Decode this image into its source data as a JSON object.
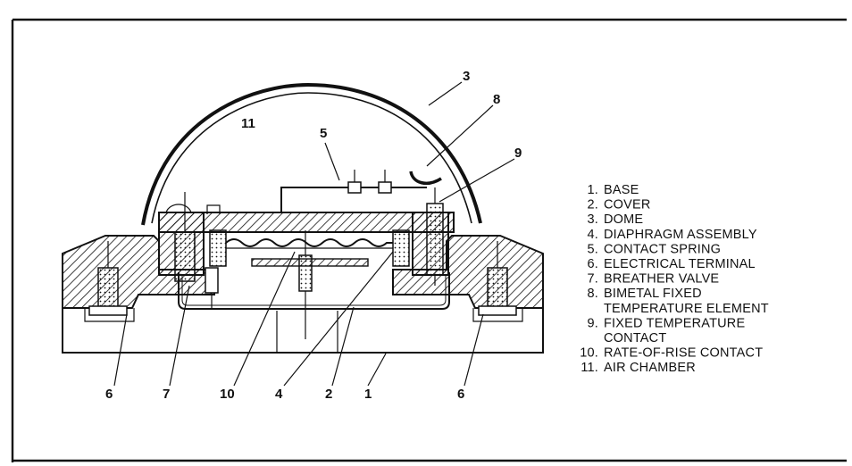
{
  "diagram": {
    "callouts": {
      "base": "1",
      "cover": "2",
      "dome": "3",
      "diaphragm": "4",
      "contact_spring": "5",
      "terminal_left": "6",
      "terminal_right": "6",
      "breather_valve": "7",
      "bimetal": "8",
      "fixed_temp_contact": "9",
      "rate_of_rise": "10",
      "air_chamber": "11"
    },
    "legend": [
      {
        "num": "1.",
        "lines": [
          "BASE"
        ]
      },
      {
        "num": "2.",
        "lines": [
          "COVER"
        ]
      },
      {
        "num": "3.",
        "lines": [
          "DOME"
        ]
      },
      {
        "num": "4.",
        "lines": [
          "DIAPHRAGM ASSEMBLY"
        ]
      },
      {
        "num": "5.",
        "lines": [
          "CONTACT SPRING"
        ]
      },
      {
        "num": "6.",
        "lines": [
          "ELECTRICAL TERMINAL"
        ]
      },
      {
        "num": "7.",
        "lines": [
          "BREATHER VALVE"
        ]
      },
      {
        "num": "8.",
        "lines": [
          "BIMETAL FIXED",
          "TEMPERATURE ELEMENT"
        ]
      },
      {
        "num": "9.",
        "lines": [
          "FIXED TEMPERATURE",
          "CONTACT"
        ]
      },
      {
        "num": "10.",
        "lines": [
          "RATE-OF-RISE CONTACT"
        ]
      },
      {
        "num": "11.",
        "lines": [
          "AIR CHAMBER"
        ]
      }
    ]
  }
}
